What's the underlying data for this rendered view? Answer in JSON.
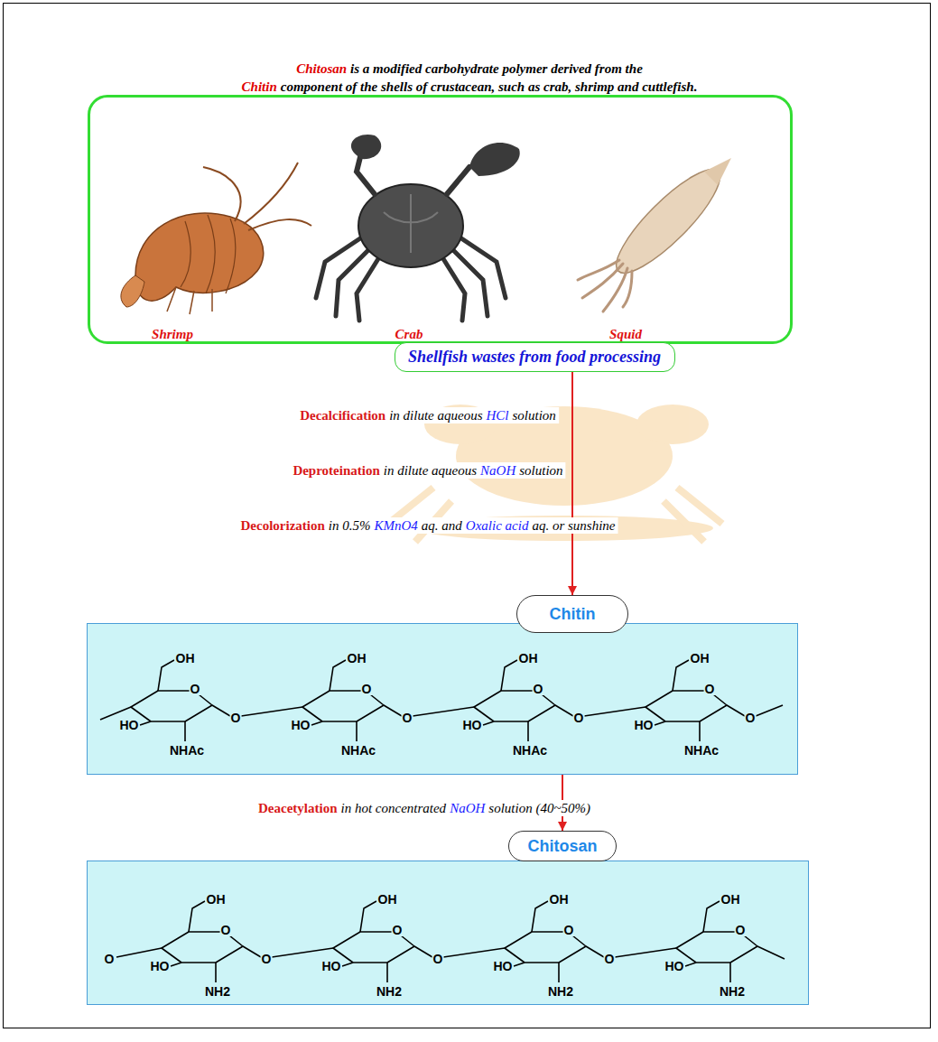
{
  "diagram": {
    "nodes": [
      {
        "text": [
          "Shrimp",
          "Crab",
          "Squid"
        ]
      },
      {
        "text": [
          "Shellfish wastes from food processing"
        ]
      },
      {
        "text": [
          "Chitin"
        ]
      },
      {
        "text": [
          "OH",
          "O",
          "HO",
          "NHAc",
          "O",
          "OH",
          "O",
          "HO",
          "NHAc",
          "O",
          "OH",
          "O",
          "HO",
          "NHAc",
          "O",
          "OH",
          "O",
          "HO",
          "NHAc",
          "O"
        ]
      },
      {
        "text": [
          "Chitosan"
        ]
      },
      {
        "text": [
          "O",
          "OH",
          "O",
          "HO",
          "NH2",
          "O",
          "OH",
          "O",
          "HO",
          "NH2",
          "O",
          "OH",
          "O",
          "HO",
          "NH2",
          "O",
          "OH",
          "O",
          "HO",
          "NH2"
        ]
      }
    ],
    "edges": [
      {
        "from": 1,
        "to": 2,
        "arrow": "to"
      },
      {
        "from": 3,
        "to": 4,
        "arrow": "to"
      }
    ],
    "labels": [
      "Chitosan",
      "is a modified carbohydrate polymer derived from the",
      "Chitin",
      "component of the shells of crustacean, such as crab, shrimp and cuttlefish.",
      "Decalcification",
      "in dilute aqueous",
      "HCl",
      "solution",
      "Deproteination",
      "in dilute aqueous",
      "NaOH",
      "solution",
      "Decolorization",
      "in 0.5%",
      "KMnO4",
      "aq. and",
      "Oxalic acid",
      "aq. or sunshine",
      "Deacetylation",
      "in hot concentrated",
      "NaOH",
      "solution (40~50%)"
    ]
  }
}
